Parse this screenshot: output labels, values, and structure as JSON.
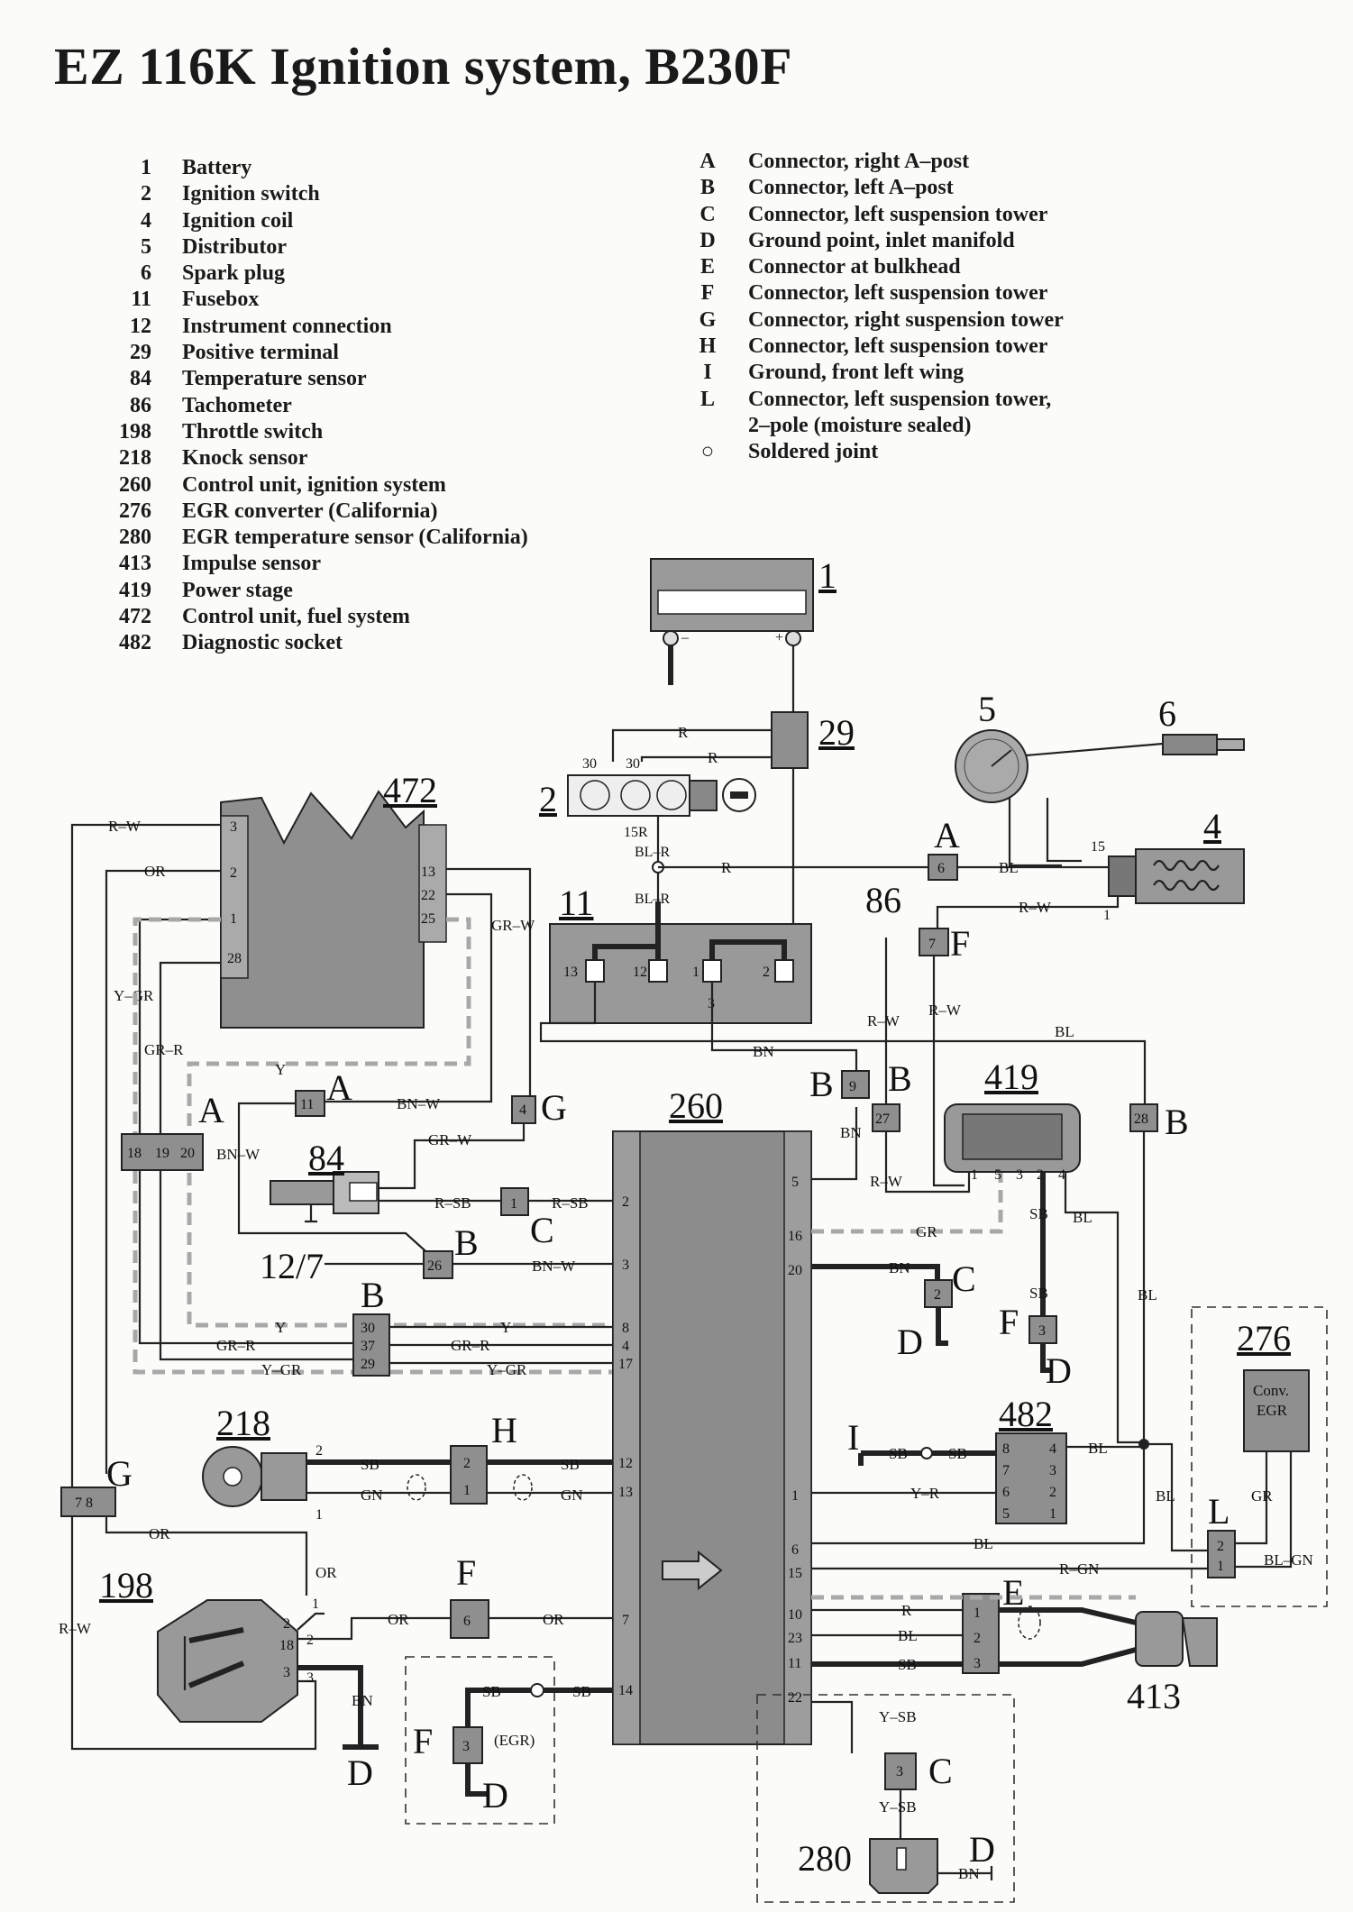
{
  "title": "EZ 116K Ignition system, B230F",
  "components": [
    {
      "num": "1",
      "name": "Battery"
    },
    {
      "num": "2",
      "name": "Ignition switch"
    },
    {
      "num": "4",
      "name": "Ignition coil"
    },
    {
      "num": "5",
      "name": "Distributor"
    },
    {
      "num": "6",
      "name": "Spark plug"
    },
    {
      "num": "11",
      "name": "Fusebox"
    },
    {
      "num": "12",
      "name": "Instrument connection"
    },
    {
      "num": "29",
      "name": "Positive terminal"
    },
    {
      "num": "84",
      "name": "Temperature sensor"
    },
    {
      "num": "86",
      "name": "Tachometer"
    },
    {
      "num": "198",
      "name": "Throttle switch"
    },
    {
      "num": "218",
      "name": "Knock sensor"
    },
    {
      "num": "260",
      "name": "Control unit, ignition system"
    },
    {
      "num": "276",
      "name": "EGR converter (California)"
    },
    {
      "num": "280",
      "name": "EGR temperature sensor (California)"
    },
    {
      "num": "413",
      "name": "Impulse sensor"
    },
    {
      "num": "419",
      "name": "Power stage"
    },
    {
      "num": "472",
      "name": "Control unit, fuel system"
    },
    {
      "num": "482",
      "name": "Diagnostic socket"
    }
  ],
  "connectors": [
    {
      "key": "A",
      "name": "Connector, right A–post"
    },
    {
      "key": "B",
      "name": "Connector, left A–post"
    },
    {
      "key": "C",
      "name": "Connector, left suspension tower"
    },
    {
      "key": "D",
      "name": "Ground point, inlet manifold"
    },
    {
      "key": "E",
      "name": "Connector at bulkhead"
    },
    {
      "key": "F",
      "name": "Connector, left suspension tower"
    },
    {
      "key": "G",
      "name": "Connector, right suspension tower"
    },
    {
      "key": "H",
      "name": "Connector, left suspension tower"
    },
    {
      "key": "I",
      "name": "Ground, front left wing"
    },
    {
      "key": "L",
      "name": "Connector, left suspension tower,"
    },
    {
      "key": "",
      "name": "2–pole (moisture sealed)"
    },
    {
      "key": "○",
      "name": "Soldered joint"
    }
  ],
  "diagram": {
    "battery": "1",
    "battery_minus": "–",
    "battery_plus": "+",
    "pos_terminal": "29",
    "ign_switch": "2",
    "sw_30a": "30",
    "sw_30b": "30",
    "sw_15r": "15R",
    "distributor": "5",
    "spark_plug": "6",
    "coil": "4",
    "coil_15": "15",
    "coil_1": "1",
    "fusebox": "11",
    "fuse_13": "13",
    "fuse_12": "12",
    "fuse_1": "1",
    "fuse_2": "2",
    "fuse_3": "3",
    "fuel_cu": "472",
    "fcu_3": "3",
    "fcu_2": "2",
    "fcu_1": "1",
    "fcu_28": "28",
    "fcu_13": "13",
    "fcu_22": "22",
    "fcu_25": "25",
    "tacho": "86",
    "power_stage": "419",
    "ps_1": "1",
    "ps_5": "5",
    "ps_3": "3",
    "ps_2": "2",
    "ps_4": "4",
    "ign_cu": "260",
    "temp_sensor": "84",
    "instr": "12/7",
    "knock": "218",
    "knock_2": "2",
    "knock_1": "1",
    "throttle": "198",
    "throttle_2": "2",
    "throttle_18": "18",
    "throttle_3": "3",
    "throttle_1": "1",
    "throttle_2b": "2",
    "throttle_3b": "3",
    "egr_conv": "276",
    "egr_conv_box": "Conv.",
    "egr_conv_box2": "EGR",
    "egr_temp": "280",
    "impulse": "413",
    "diag": "482",
    "diag_pins": [
      "8",
      "7",
      "6",
      "5",
      "4",
      "3",
      "2",
      "1"
    ],
    "egr_label": "(EGR)",
    "cA": "A",
    "cA2": "A",
    "cA3": "A",
    "cB": "B",
    "cB2": "B",
    "cB3": "B",
    "cB4": "B",
    "cB5": "B",
    "cC": "C",
    "cC2": "C",
    "cC3": "C",
    "cD": "D",
    "cD2": "D",
    "cD3": "D",
    "cD4": "D",
    "cD5": "D",
    "cE": "E",
    "cF": "F",
    "cF2": "F",
    "cF3": "F",
    "cF4": "F",
    "cG": "G",
    "cG2": "G",
    "cH": "H",
    "cI": "I",
    "cL": "L",
    "n6": "6",
    "n7": "7",
    "n9": "9",
    "n27": "27",
    "n28": "28",
    "n11": "11",
    "n4": "4",
    "n1": "1",
    "n26": "26",
    "n2": "2",
    "n3": "3",
    "n3b": "3",
    "n6b": "6",
    "n3c": "3",
    "n30": "30",
    "n37": "37",
    "n29": "29",
    "n18": "18",
    "n19": "19",
    "n20": "20",
    "n78": "7 8",
    "nh2": "2",
    "nh1": "1",
    "ne1": "1",
    "ne2": "2",
    "ne3": "3",
    "nl2": "2",
    "nl1": "1",
    "cu_2": "2",
    "cu_3": "3",
    "cu_8": "8",
    "cu_4": "4",
    "cu_17": "17",
    "cu_12": "12",
    "cu_13": "13",
    "cu_7": "7",
    "cu_14": "14",
    "cu_5": "5",
    "cu_16": "16",
    "cu_20": "20",
    "cu_1": "1",
    "cu_6": "6",
    "cu_15": "15",
    "cu_10": "10",
    "cu_23": "23",
    "cu_11": "11",
    "cu_22": "22",
    "w_R1": "R",
    "w_R2": "R",
    "w_R3": "R",
    "w_R4": "R",
    "w_BLR1": "BL–R",
    "w_BLR2": "BL–R",
    "w_BL1": "BL",
    "w_BL2": "BL",
    "w_BL3": "BL",
    "w_BL4": "BL",
    "w_BL5": "BL",
    "w_BL6": "BL",
    "w_BL7": "BL",
    "w_RW1": "R–W",
    "w_RW2": "R–W",
    "w_RW3": "R–W",
    "w_RW4": "R–W",
    "w_RW5": "R–W",
    "w_OR1": "OR",
    "w_OR2": "OR",
    "w_OR3": "OR",
    "w_OR4": "OR",
    "w_OR5": "OR",
    "w_GRW1": "GR–W",
    "w_GRW2": "GR–W",
    "w_YGR1": "Y–GR",
    "w_YGR2": "Y–GR",
    "w_YGR3": "Y–GR",
    "w_GRR1": "GR–R",
    "w_GRR2": "GR–R",
    "w_GRR3": "GR–R",
    "w_Y1": "Y",
    "w_Y2": "Y",
    "w_Y3": "Y",
    "w_BNW1": "BN–W",
    "w_BNW2": "BN–W",
    "w_BNW3": "BN–W",
    "w_RSB1": "R–SB",
    "w_RSB2": "R–SB",
    "w_BN1": "BN",
    "w_BN2": "BN",
    "w_BN3": "BN",
    "w_BN4": "BN",
    "w_BN5": "BN",
    "w_GR1": "GR",
    "w_GR2": "GR",
    "w_SB1": "SB",
    "w_SB2": "SB",
    "w_SB3": "SB",
    "w_SB4": "SB",
    "w_SB5": "SB",
    "w_SB6": "SB",
    "w_SB7": "SB",
    "w_SB8": "SB",
    "w_SB9": "SB",
    "w_GN1": "GN",
    "w_GN2": "GN",
    "w_YR": "Y–R",
    "w_RGN": "R–GN",
    "w_BLGN": "BL–GN",
    "w_YSB1": "Y–SB",
    "w_YSB2": "Y–SB"
  }
}
